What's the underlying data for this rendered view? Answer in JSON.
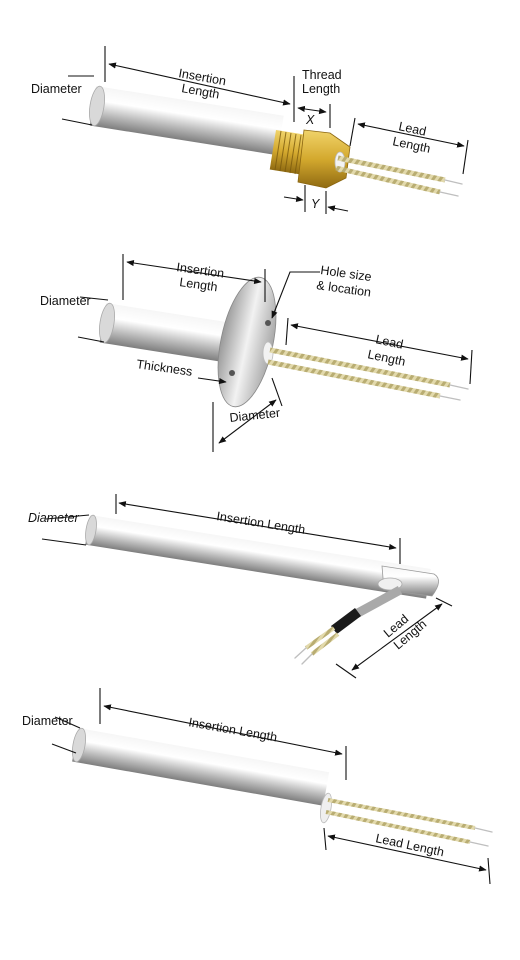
{
  "heater1": {
    "diameter": "Diameter",
    "insertion_1": "Insertion",
    "insertion_2": "Length",
    "thread_1": "Thread",
    "thread_2": "Length",
    "x": "X",
    "y": "Y",
    "lead_1": "Lead",
    "lead_2": "Length"
  },
  "heater2": {
    "diameter": "Diameter",
    "insertion_1": "Insertion",
    "insertion_2": "Length",
    "hole_1": "Hole size",
    "hole_2": "& location",
    "lead_1": "Lead",
    "lead_2": "Length",
    "thickness": "Thickness",
    "flange_diameter": "Diameter"
  },
  "heater3": {
    "diameter": "Diameter",
    "insertion": "Insertion Length",
    "lead_1": "Lead",
    "lead_2": "Length"
  },
  "heater4": {
    "diameter": "Diameter",
    "insertion": "Insertion Length",
    "lead": "Lead Length"
  },
  "colors": {
    "metal_light": "#f4f4f4",
    "metal_dark": "#8e8e8e",
    "brass": "#c9a227",
    "braid": "#d8cfa0"
  }
}
